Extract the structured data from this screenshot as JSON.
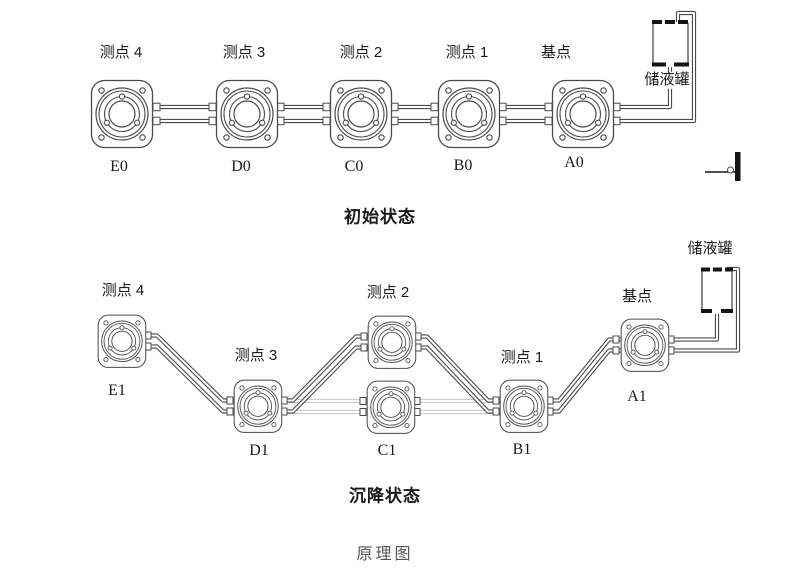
{
  "figure": {
    "footer_caption": "原理图"
  },
  "initial_state": {
    "caption": "初始状态",
    "tank_label": "储液罐",
    "points": [
      {
        "label": "测点 4",
        "code": "E0"
      },
      {
        "label": "测点 3",
        "code": "D0"
      },
      {
        "label": "测点 2",
        "code": "C0"
      },
      {
        "label": "测点 1",
        "code": "B0"
      },
      {
        "label": "基点",
        "code": "A0"
      }
    ]
  },
  "settled_state": {
    "caption": "沉降状态",
    "tank_label": "储液罐",
    "points": [
      {
        "label": "测点 4",
        "code": "E1"
      },
      {
        "label": "测点 3",
        "code": "D1"
      },
      {
        "label": "测点 2",
        "code": "C1"
      },
      {
        "label": "测点 1",
        "code": "B1"
      },
      {
        "label": "基点",
        "code": "A1"
      }
    ]
  },
  "icons": {
    "sensor": "settlement-sensor-icon",
    "tank": "reservoir-tank-icon",
    "datum": "benchmark-datum-icon"
  },
  "colors": {
    "line": "#4a4a4a",
    "thick_bar": "#141414",
    "ghost_tube": "#cccccc",
    "text": "#1a1a1a",
    "muted_caption": "#555555"
  }
}
